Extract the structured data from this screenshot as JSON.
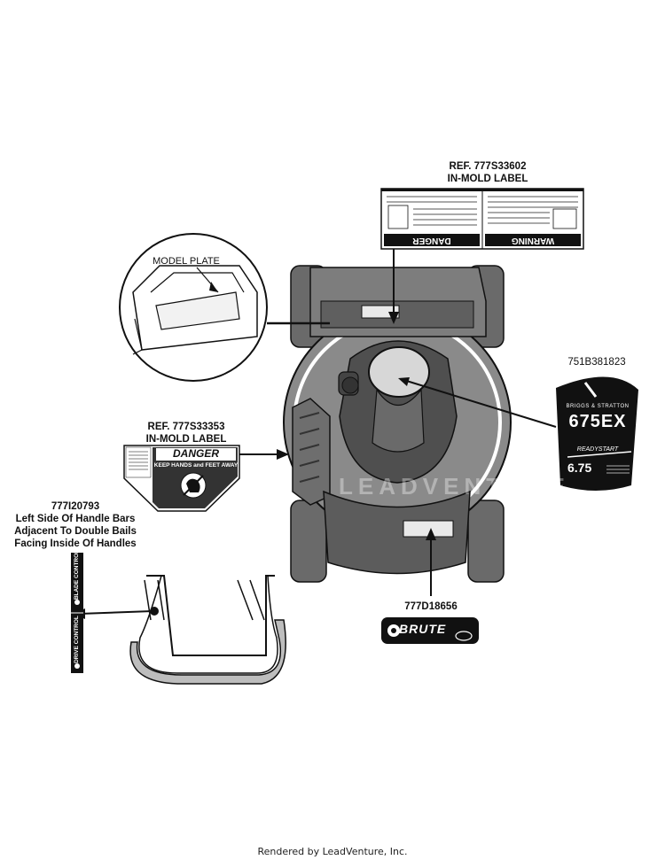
{
  "callouts": {
    "ref_602": {
      "line1": "REF. 777S33602",
      "line2": "IN-MOLD LABEL"
    },
    "ref_353": {
      "line1": "REF. 777S33353",
      "line2": "IN-MOLD LABEL"
    },
    "part_751": "751B381823",
    "part_793": {
      "line1": "777I20793",
      "line2": "Left Side Of Handle Bars",
      "line3": "Adjacent To Double Bails",
      "line4": "Facing Inside Of Handles"
    },
    "part_656": "777D18656",
    "model_plate": "MODEL PLATE"
  },
  "labels": {
    "warning_header": "WARNING",
    "danger_header": "DANGER",
    "danger_small_header": "DANGER",
    "danger_small_sub": "KEEP HANDS and FEET AWAY",
    "brute": "BRUTE",
    "engine_brand": "BRIGGS & STRATTON",
    "engine_model": "675EX",
    "engine_series": "READYSTART",
    "engine_torque": "6.75",
    "blade_control": "BLADE CONTROL",
    "drive_control": "DRIVE CONTROL"
  },
  "watermark": "LEADVENTURE",
  "footer": "Rendered by LeadVenture, Inc.",
  "colors": {
    "ink": "#111111",
    "mower_fill": "#8a8a8a",
    "mower_dark": "#4a4a4a"
  }
}
